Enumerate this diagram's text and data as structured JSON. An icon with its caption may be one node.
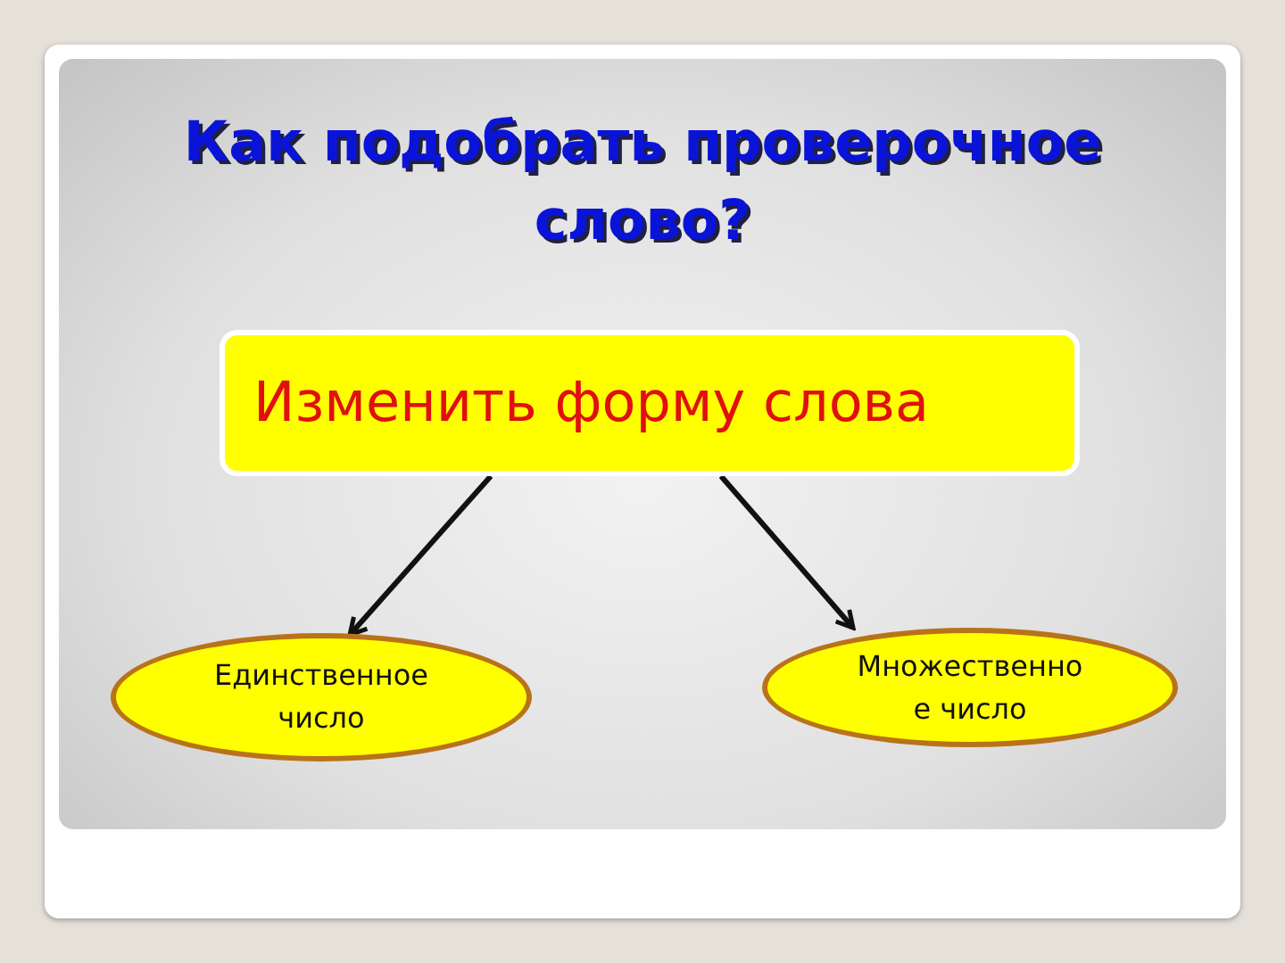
{
  "diagram": {
    "title": "Как подобрать проверочное слово?",
    "nodes": [
      {
        "text": [
          "Изменить форму слова"
        ]
      },
      {
        "text": [
          "Единственное число"
        ]
      },
      {
        "text": [
          "Множественно е число"
        ]
      }
    ],
    "edges": [
      {
        "from": 0,
        "to": 1,
        "arrow": "to"
      },
      {
        "from": 0,
        "to": 2,
        "arrow": "to"
      }
    ]
  }
}
